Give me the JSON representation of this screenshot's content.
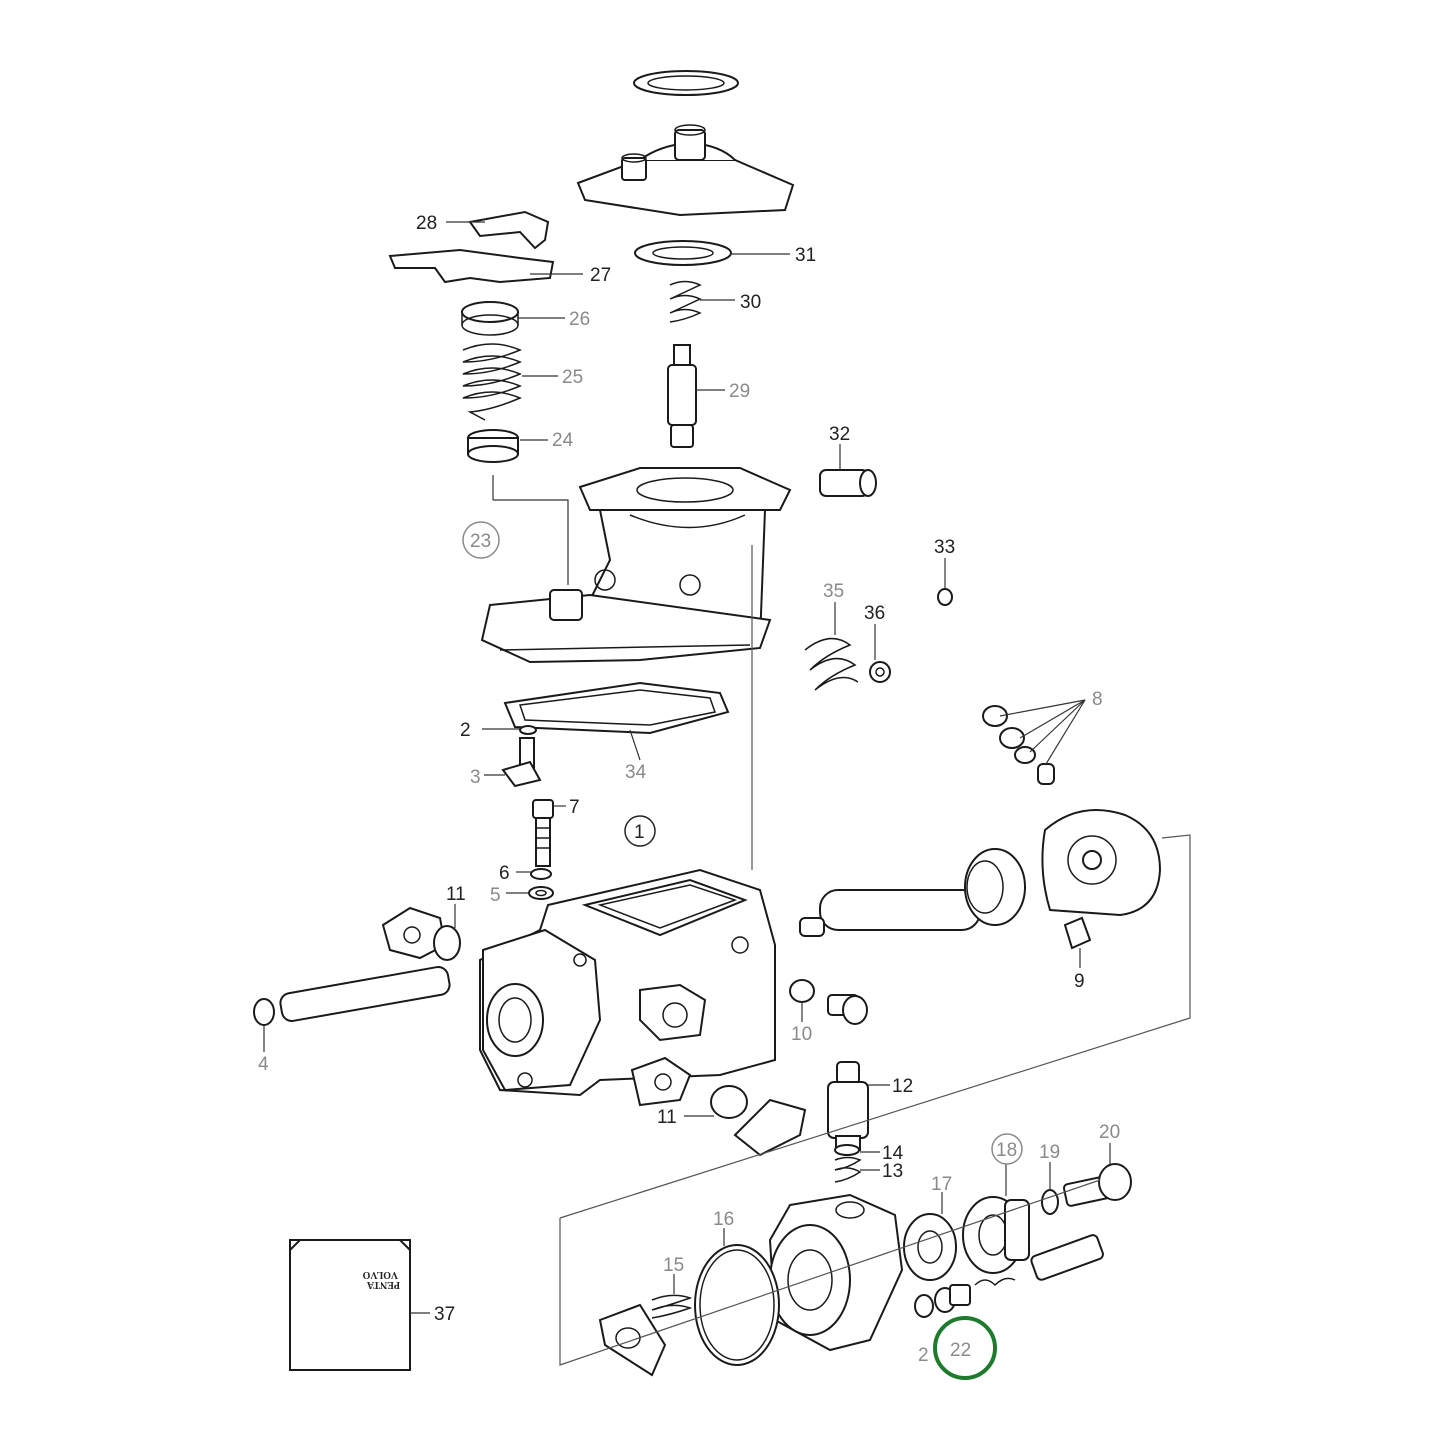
{
  "diagram": {
    "callouts": {
      "c1": "1",
      "c2": "2",
      "c3": "3",
      "c4": "4",
      "c5": "5",
      "c6": "6",
      "c7": "7",
      "c8": "8",
      "c9": "9",
      "c10": "10",
      "c11a": "11",
      "c11b": "11",
      "c12": "12",
      "c13": "13",
      "c14": "14",
      "c15": "15",
      "c16": "16",
      "c17": "17",
      "c18": "18",
      "c19": "19",
      "c20": "20",
      "c21": "2",
      "c22": "22",
      "c23": "23",
      "c24": "24",
      "c25": "25",
      "c26": "26",
      "c27": "27",
      "c28": "28",
      "c29": "29",
      "c30": "30",
      "c31": "31",
      "c32": "32",
      "c33": "33",
      "c34": "34",
      "c35": "35",
      "c36": "36",
      "c37": "37"
    },
    "kit_brand": {
      "line1": "VOLVO",
      "line2": "PENTA"
    },
    "highlighted_callout": "22",
    "highlight_color": "#1e7b2e"
  }
}
